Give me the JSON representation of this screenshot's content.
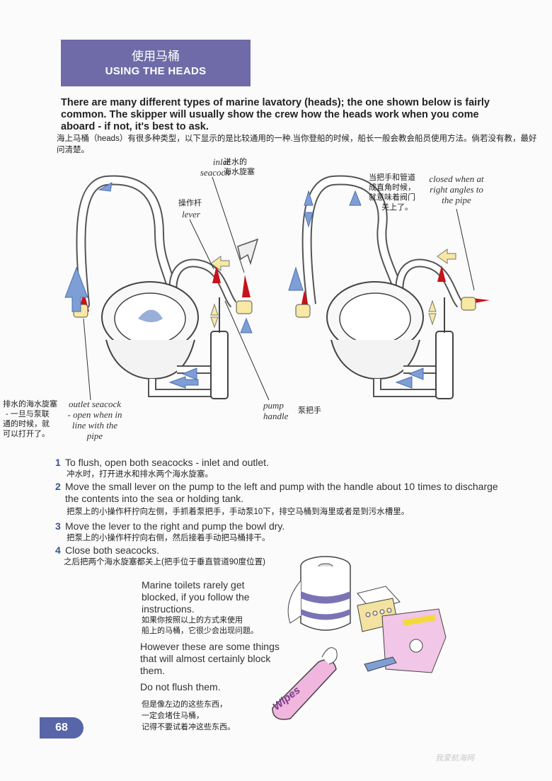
{
  "header": {
    "title_zh": "使用马桶",
    "title_en": "USING THE HEADS"
  },
  "intro": {
    "en": "There are many different types of marine lavatory (heads); the one shown below is fairly common. The skipper will usually show the crew how the heads work when you come aboard - if not, it's best to ask.",
    "zh": "海上马桶（heads）有很多种类型，以下显示的是比较通用的一种.当你登船的时候，船长一般会教会船员使用方法。倘若没有教，最好问清楚。"
  },
  "diagram": {
    "inlet_en_1": "inlet",
    "inlet_en_2": "seacock",
    "inlet_zh_1": "进水的",
    "inlet_zh_2": "海水旋塞",
    "lever_zh": "操作杆",
    "lever_en": "lever",
    "closed_zh_1": "当把手和管道",
    "closed_zh_2": "成直角时候，",
    "closed_zh_3": "就意味着阀门",
    "closed_zh_4": "关上了。",
    "closed_en_1": "closed when at",
    "closed_en_2": "right angles to",
    "closed_en_3": "the pipe",
    "outlet_zh_1": "排水的海水旋塞",
    "outlet_zh_2": "- 一旦与泵联",
    "outlet_zh_3": "通的时候，就",
    "outlet_zh_4": "可以打开了。",
    "outlet_en_1": "outlet seacock",
    "outlet_en_2": "- open when in",
    "outlet_en_3": "line with the",
    "outlet_en_4": "pipe",
    "pump_en_1": "pump",
    "pump_en_2": "handle",
    "pump_zh": "泵把手"
  },
  "steps": [
    {
      "num": "1",
      "en": "To flush, open both seacocks - inlet and outlet.",
      "zh": "冲水时，打开进水和排水两个海水旋塞。"
    },
    {
      "num": "2",
      "en": "Move the small lever on the pump to the left and pump with the handle about 10 times to discharge the contents into the sea or holding tank.",
      "zh": "把泵上的小操作杆拧向左侧，手抓着泵把手，手动泵10下，排空马桶到海里或者是到污水槽里。"
    },
    {
      "num": "3",
      "en": "Move the lever to the right and pump the bowl dry.",
      "zh": "把泵上的小操作杆拧向右侧，然后接着手动把马桶排干。"
    },
    {
      "num": "4",
      "en": "Close both seacocks.",
      "zh": "之后把两个海水旋塞都关上(把手位于垂直管道90度位置)"
    }
  ],
  "tips": {
    "p1": "Marine toilets rarely get blocked, if you follow the instructions.",
    "p1_zh_1": "如果你按照以上的方式来使用",
    "p1_zh_2": "船上的马桶，它很少会出现问题。",
    "p2": "However these are some things that will almost certainly block them.",
    "p3": "Do not flush them.",
    "p3_zh_1": "但是像左边的这些东西，",
    "p3_zh_2": "一定会堵住马桶，",
    "p3_zh_3": "记得不要试着冲这些东西。"
  },
  "illustration": {
    "wipes_label": "Wipes"
  },
  "footer": {
    "page_number": "68",
    "watermark": "我爱航海网"
  },
  "colors": {
    "banner": "#6f6ba8",
    "arrow_blue": "#7d9fd6",
    "valve_red": "#c8121b",
    "arrow_yellow": "#f7e8a3"
  }
}
